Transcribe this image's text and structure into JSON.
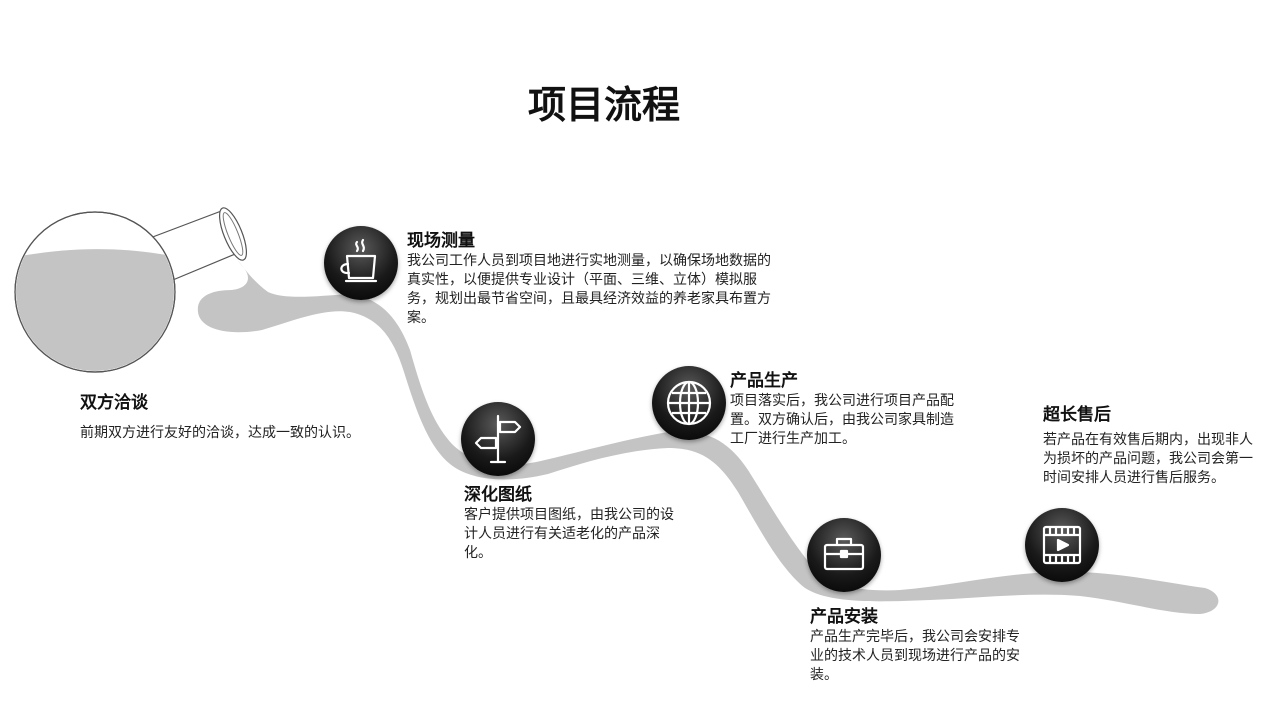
{
  "title": "项目流程",
  "steps": [
    {
      "title": "双方洽谈",
      "desc": "前期双方进行友好的洽谈，达成一致的认识。"
    },
    {
      "title": "现场测量",
      "desc": "我公司工作人员到项目地进行实地测量，以确保场地数据的真实性，以便提供专业设计（平面、三维、立体）模拟服务，规划出最节省空间，且最具经济效益的养老家具布置方案。",
      "icon": "coffee-cup-icon"
    },
    {
      "title": "深化图纸",
      "desc": "客户提供项目图纸，由我公司的设计人员进行有关适老化的产品深化。",
      "icon": "signpost-icon"
    },
    {
      "title": "产品生产",
      "desc": "项目落实后，我公司进行项目产品配置。双方确认后，由我公司家具制造工厂进行生产加工。",
      "icon": "globe-icon"
    },
    {
      "title": "产品安装",
      "desc": "产品生产完毕后，我公司会安排专业的技术人员到现场进行产品的安装。",
      "icon": "toolbox-icon"
    },
    {
      "title": "超长售后",
      "desc": "若产品在有效售后期内，出现非人为损坏的产品问题，我公司会第一时间安排人员进行售后服务。",
      "icon": "video-film-icon"
    }
  ],
  "colors": {
    "stream": "#c4c4c4",
    "node": "#111111",
    "text": "#111111"
  }
}
